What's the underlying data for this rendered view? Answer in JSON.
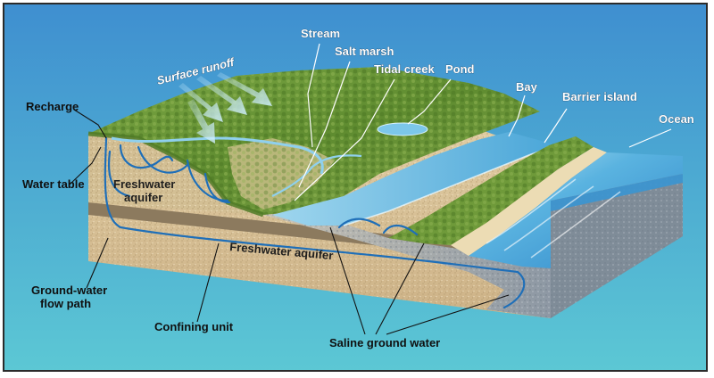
{
  "labels": {
    "stream": "Stream",
    "salt_marsh": "Salt marsh",
    "tidal_creek": "Tidal creek",
    "pond": "Pond",
    "bay": "Bay",
    "barrier_island": "Barrier island",
    "ocean": "Ocean",
    "surface_runoff": "Surface runoff",
    "recharge": "Recharge",
    "water_table": "Water table",
    "freshwater_aquifer_upper_line1": "Freshwater",
    "freshwater_aquifer_upper_line2": "aquifer",
    "freshwater_aquifer_lower": "Freshwater aquifer",
    "ground_water_flow_path_line1": "Ground-water",
    "ground_water_flow_path_line2": "flow path",
    "confining_unit": "Confining unit",
    "saline_ground_water": "Saline ground water"
  },
  "colors": {
    "background_top": "#3f8fd0",
    "background_bottom": "#5cc8d4",
    "land_green": "#6f9a3a",
    "sand": "#d8c39a",
    "confining_unit": "#8c7a5e",
    "water": "#4aa6d8",
    "flow_path": "#1f6fb8",
    "saline": "#9aa3ad"
  }
}
